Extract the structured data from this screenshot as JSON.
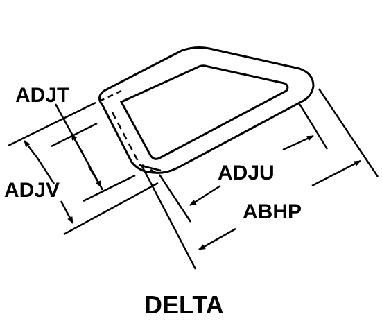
{
  "diagram": {
    "title": "DELTA",
    "labels": {
      "adjt": "ADJT",
      "adjv": "ADJV",
      "adju": "ADJU",
      "abhp": "ABHP"
    },
    "colors": {
      "ink": "#000000",
      "background": "#ffffff"
    }
  }
}
